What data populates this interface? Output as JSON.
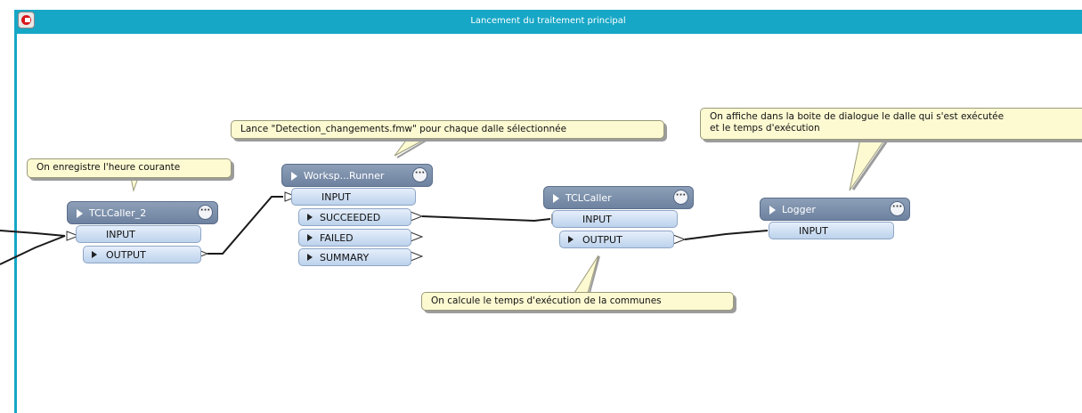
{
  "window": {
    "title": "Lancement du traitement principal"
  },
  "annotations": {
    "heure": "On enregistre l'heure courante",
    "lance": "Lance \"Detection_changements.fmw\" pour chaque dalle sélectionnée",
    "calcule": "On calcule le temps d'exécution de la communes",
    "affiche": [
      "On affiche dans la boite de dialogue le dalle qui s'est exécutée",
      "et le temps d'exécution"
    ]
  },
  "transformers": {
    "tclcaller2": {
      "name": "TCLCaller_2",
      "input": "INPUT",
      "outputs": [
        "OUTPUT"
      ]
    },
    "workspace_runner": {
      "name": "Worksp...Runner",
      "input": "INPUT",
      "outputs": [
        "SUCCEEDED",
        "FAILED",
        "SUMMARY"
      ]
    },
    "tclcaller": {
      "name": "TCLCaller",
      "input": "INPUT",
      "outputs": [
        "OUTPUT"
      ]
    },
    "logger": {
      "name": "Logger",
      "input": "INPUT"
    }
  },
  "icons": {
    "menu": "ellipsis-menu-icon",
    "expand": "expand-triangle-icon",
    "app": "fme-app-icon"
  },
  "colors": {
    "titlebar": "#16a7c6",
    "node_header": "#7b8fad",
    "port": "#d3e2f5",
    "annotation": "#fdfad2",
    "wire": "#1a1a1a"
  }
}
